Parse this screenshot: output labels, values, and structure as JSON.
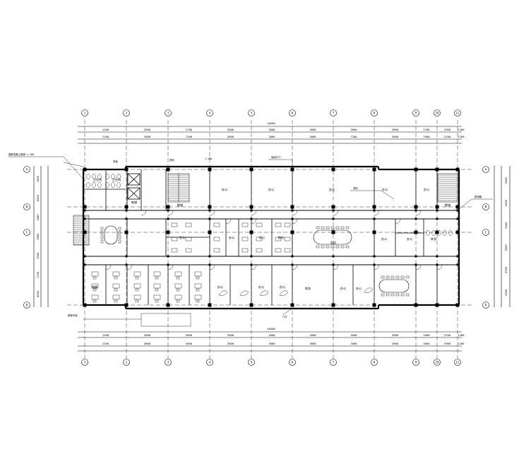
{
  "drawing": {
    "axes_top_bottom": [
      "1",
      "2",
      "3",
      "4",
      "5",
      "6",
      "7",
      "8",
      "9",
      "10",
      "11"
    ],
    "axes_side": [
      "A",
      "B",
      "C",
      "D"
    ],
    "top_row1_dims": [
      "1200",
      "3500",
      "2700",
      "3600",
      "3600",
      "3600",
      "3600",
      "3600",
      "2700",
      "2900",
      "1100"
    ],
    "top_row2_dims": [
      "2100",
      "3600",
      "7200",
      "3600",
      "3600",
      "3600",
      "7200",
      "3600",
      "2500",
      "2700",
      "2700"
    ],
    "overall_dim": "40500",
    "bottom_row1_dims": [
      "1200",
      "3600",
      "3600",
      "3600",
      "3600",
      "3600",
      "3600",
      "3600",
      "2600",
      "2700",
      "1200"
    ],
    "bottom_row2_dims": [
      "1200",
      "4800",
      "3600",
      "3600",
      "3600",
      "3600",
      "3600",
      "3600",
      "3600",
      "2900",
      "1100"
    ],
    "left_dims": [
      "1500",
      "4200",
      "2400",
      "2800",
      "2200",
      "1700",
      "4200"
    ],
    "right_dims": [
      "1500",
      "4200",
      "2400",
      "2600",
      "2300",
      "4200"
    ],
    "rooms": [
      "办公",
      "办公",
      "会议",
      "办公",
      "办公",
      "办公",
      "办公",
      "办公",
      "接待",
      "会议",
      "办公",
      "办公",
      "财务",
      "办公",
      "办公",
      "卫生间",
      "卫生间",
      "电梯",
      "楼梯",
      "楼梯",
      "休息",
      "储藏",
      "办公",
      "办公",
      "办公"
    ],
    "notes": [
      "钢筋混凝土楼梯 1:100",
      "楼梯平面",
      "风管",
      "排风",
      "1:100",
      "轴线尺寸",
      "消防",
      "配电箱",
      "门厅"
    ]
  }
}
